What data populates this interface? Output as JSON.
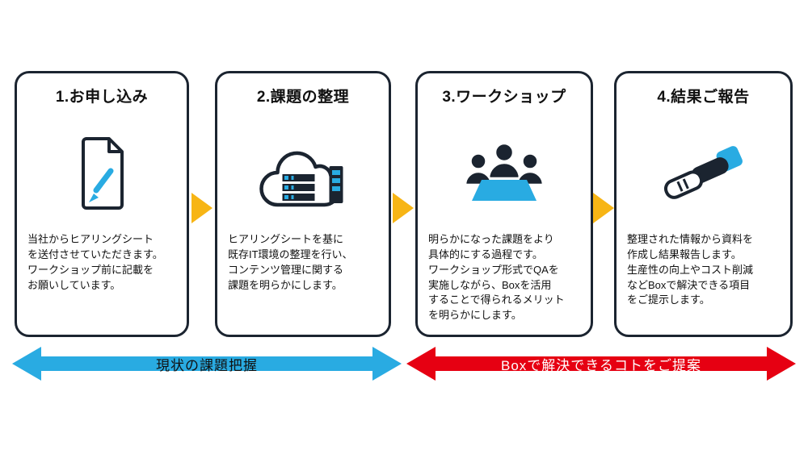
{
  "steps": [
    {
      "title": "1.お申し込み",
      "icon": "document-pen-icon",
      "description": "当社からヒアリングシート\nを送付させていただきます。\nワークショップ前に記載を\nお願いしています。"
    },
    {
      "title": "2.課題の整理",
      "icon": "cloud-servers-icon",
      "description": "ヒアリングシートを基に\n既存IT環境の整理を行い、\nコンテンツ管理に関する\n課題を明らかにします。"
    },
    {
      "title": "3.ワークショップ",
      "icon": "workshop-people-icon",
      "description": "明らかになった課題をより\n具体的にする過程です。\nワークショップ形式でQAを\n実施しながら、Boxを活用\nすることで得られるメリット\nを明らかにします。"
    },
    {
      "title": "4.結果ご報告",
      "icon": "handshake-icon",
      "description": "整理された情報から資料を\n作成し結果報告します。\n生産性の向上やコスト削減\nなどBoxで解決できる項目\nをご提示します。"
    }
  ],
  "phases": [
    {
      "label": "現状の課題把握",
      "color": "#29ABE2",
      "text_color": "#111111"
    },
    {
      "label": "Boxで解決できるコトをご提案",
      "color": "#E60012",
      "text_color": "#FFFFFF"
    }
  ],
  "colors": {
    "card_border": "#1B2430",
    "connector_arrow": "#F7B515",
    "icon_dark": "#1B2430",
    "icon_accent": "#29ABE2",
    "background": "#FFFFFF"
  }
}
